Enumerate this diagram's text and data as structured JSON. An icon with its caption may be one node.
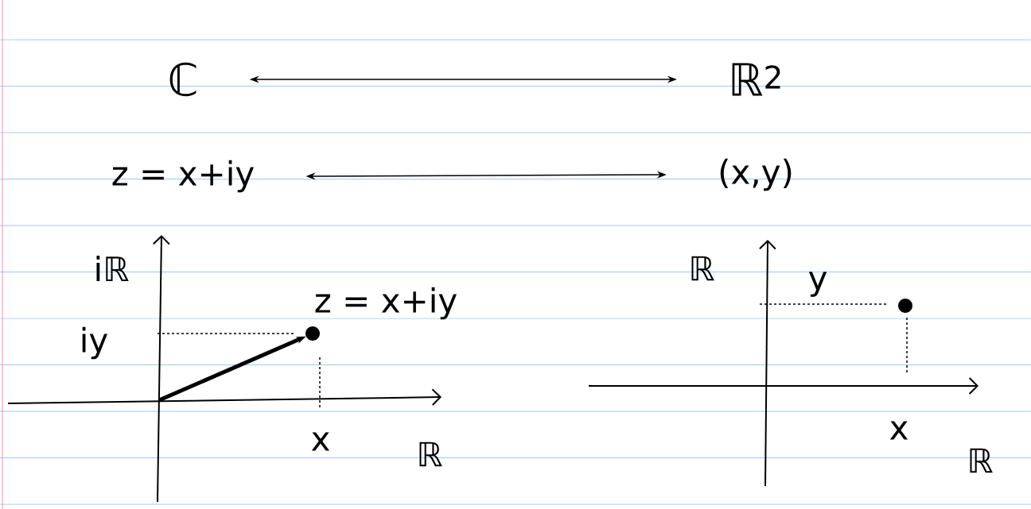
{
  "diagram": {
    "nodes": [
      {
        "text": [
          "ℂ"
        ]
      },
      {
        "text": [
          "ℝ$^{2}$"
        ]
      },
      {
        "text": [
          "z = x+iy"
        ]
      },
      {
        "text": [
          "(x,y)"
        ]
      },
      {
        "text": [],
        "shape": "circle",
        "beside": [
          "z = x+iy"
        ]
      }
    ],
    "edges": [
      {
        "from": 0,
        "to": 1,
        "arrow": "both"
      },
      {
        "from": 2,
        "to": 3,
        "arrow": "both"
      },
      {
        "from": null,
        "to": 4,
        "arrow": "to",
        "style": "thick"
      }
    ],
    "labels": [
      "iℝ",
      "iy",
      "x",
      "ℝ",
      "ℝ",
      "y",
      "x",
      "ℝ"
    ]
  }
}
